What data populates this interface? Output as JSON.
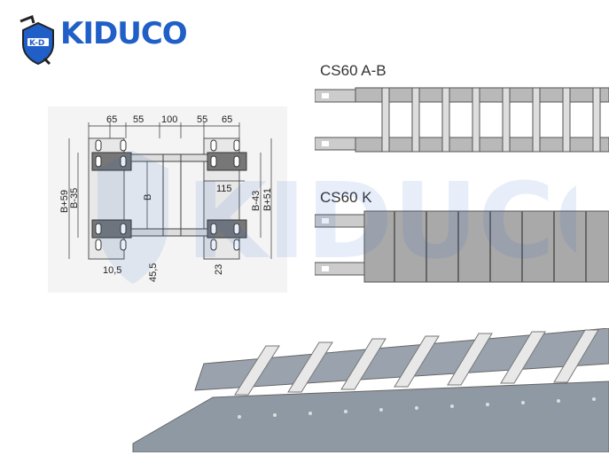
{
  "brand": {
    "name": "KIDUCO",
    "color": "#1f5fc7"
  },
  "drawing": {
    "top_dims": [
      "65",
      "55",
      "100",
      "55",
      "65"
    ],
    "mid_dim": "115",
    "left_dims": [
      "B+59",
      "B-35"
    ],
    "center_label": "B",
    "right_dims": [
      "B-43",
      "B+51"
    ],
    "bottom_dims": [
      "10,5",
      "45,5",
      "23"
    ]
  },
  "products": [
    {
      "label": "CS60 A-B"
    },
    {
      "label": "CS60 K"
    }
  ],
  "watermark": {
    "text": "KIDUCO"
  }
}
